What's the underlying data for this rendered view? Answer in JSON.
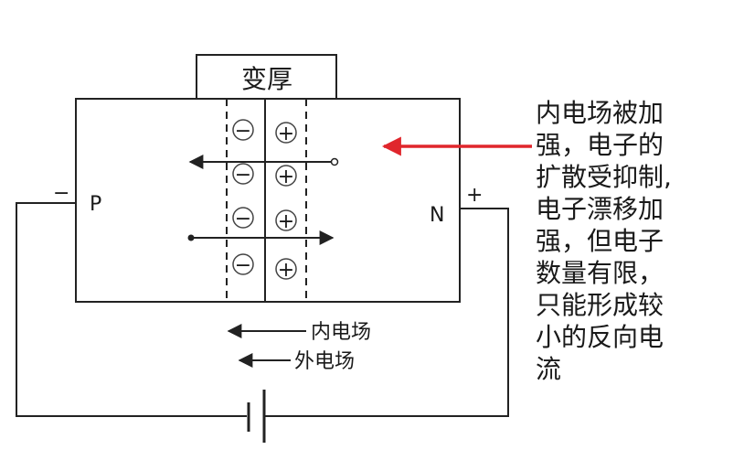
{
  "diagram": {
    "thickened_label": "变厚",
    "p_label": "P",
    "n_label": "N",
    "minus_sign": "−",
    "plus_sign": "+",
    "ion_minus": "−",
    "ion_plus": "+",
    "inner_field_label": "内电场",
    "outer_field_label": "外电场",
    "annotation_lines": [
      "内电场被加",
      "强，电子的",
      "扩散受抑制,",
      "电子漂移加",
      "强，但电子",
      "数量有限，",
      "只能形成较",
      "小的反向电",
      "流"
    ],
    "colors": {
      "arrow": "#e0262c",
      "line": "#222222"
    }
  }
}
